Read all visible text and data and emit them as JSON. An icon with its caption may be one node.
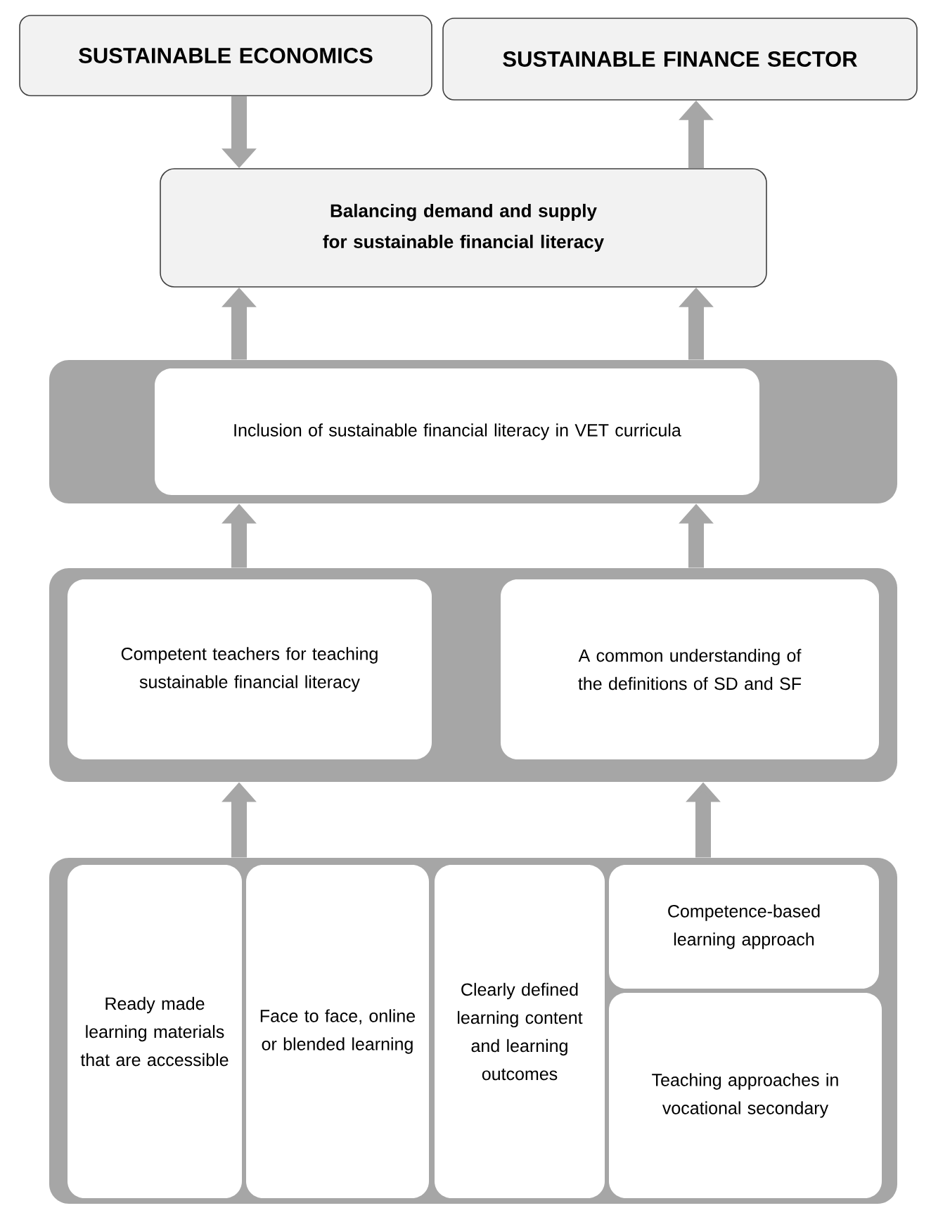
{
  "diagram": {
    "nodes": [
      {
        "text": [
          "SUSTAINABLE ECONOMICS"
        ]
      },
      {
        "text": [
          "SUSTAINABLE FINANCE SECTOR"
        ]
      },
      {
        "text": [
          "Balancing demand and supply for sustainable financial literacy"
        ]
      },
      {
        "text": [],
        "shape": "box"
      },
      {
        "text": [
          "Inclusion of sustainable financial literacy in VET curricula"
        ],
        "in": 3
      },
      {
        "text": [],
        "shape": "box"
      },
      {
        "text": [
          "Competent teachers for teaching sustainable financial literacy"
        ],
        "in": 5
      },
      {
        "text": [
          "A common understanding of the definitions of SD and SF"
        ],
        "in": 5
      },
      {
        "text": [],
        "shape": "box"
      },
      {
        "text": [
          "Ready made learning materials that are accessible"
        ],
        "in": 8
      },
      {
        "text": [
          "Face to face, online or blended learning"
        ],
        "in": 8
      },
      {
        "text": [
          "Clearly defined learning content and learning outcomes"
        ],
        "in": 8
      },
      {
        "text": [
          "Competence-based learning approach"
        ],
        "in": 8
      },
      {
        "text": [
          "Teaching approaches in vocational secondary"
        ],
        "in": 8
      }
    ],
    "edges": [
      {
        "from": 0,
        "to": 2,
        "arrow": "to"
      },
      {
        "from": 2,
        "to": 1,
        "arrow": "to"
      },
      {
        "from": 3,
        "to": 2,
        "arrow": "to"
      },
      {
        "from": 3,
        "to": 2,
        "arrow": "to"
      },
      {
        "from": 5,
        "to": 3,
        "arrow": "to"
      },
      {
        "from": 5,
        "to": 3,
        "arrow": "to"
      },
      {
        "from": 8,
        "to": 5,
        "arrow": "to"
      },
      {
        "from": 8,
        "to": 5,
        "arrow": "to"
      }
    ]
  }
}
